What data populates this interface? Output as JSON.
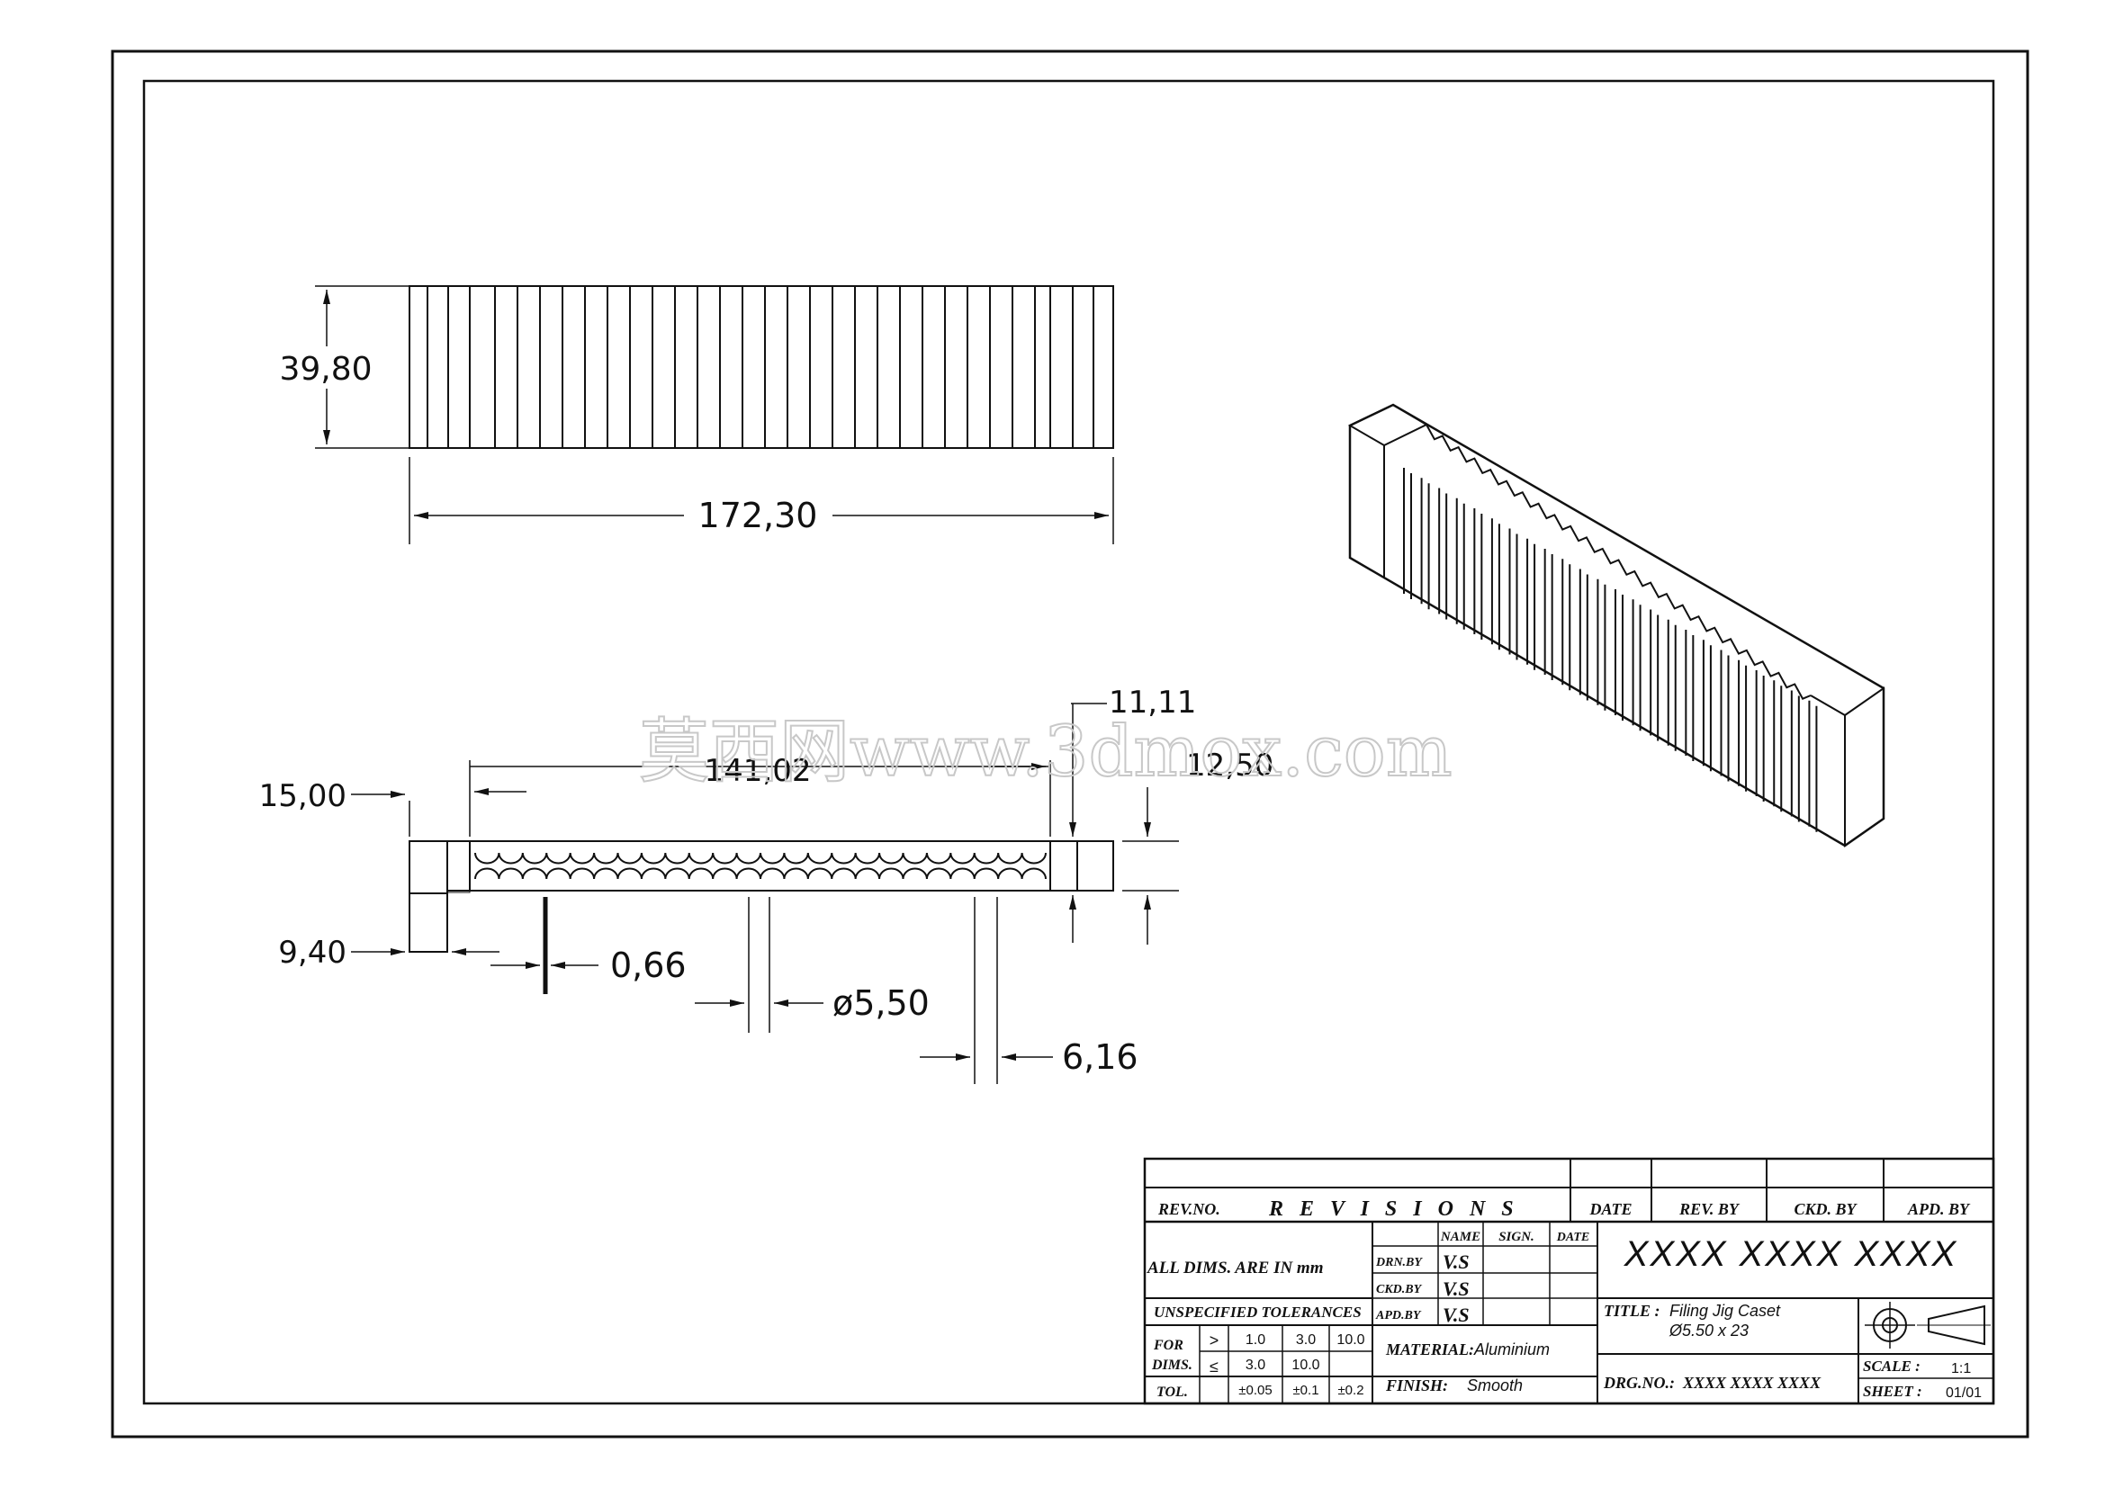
{
  "dimensions": {
    "height": "39,80",
    "length": "172,30",
    "inner_length": "141,02",
    "end_width": "11,11",
    "depth": "12,50",
    "top_offset": "15,00",
    "bottom_offset": "9,40",
    "pitch_small": "0,66",
    "hole_dia": "ø5,50",
    "pitch": "6,16"
  },
  "watermark": "莫西网www.3dmox.com",
  "revisions": {
    "rev_no": "REV.NO.",
    "revisions": "R E V I S I O N S",
    "date": "DATE",
    "rev_by": "REV. BY",
    "ckd_by": "CKD. BY",
    "apd_by": "APD. BY"
  },
  "title_block": {
    "all_dims": "ALL DIMS. ARE IN mm",
    "col_name": "NAME",
    "col_sign": "SIGN.",
    "col_date": "DATE",
    "drn_by": "DRN.BY",
    "ckd_by": "CKD.BY",
    "apd_by": "APD.BY",
    "drn_name": "V.S",
    "ckd_name": "V.S",
    "apd_name": "V.S",
    "company": "XXXX XXXX XXXX",
    "unspecified": "UNSPECIFIED TOLERANCES",
    "for": "FOR",
    "dims": "DIMS.",
    "tol": "TOL.",
    "gt": ">",
    "le": "≤",
    "r1": [
      "1.0",
      "3.0",
      "10.0"
    ],
    "r2": [
      "3.0",
      "10.0",
      ""
    ],
    "r3": [
      "±0.05",
      "±0.1",
      "±0.2"
    ],
    "material_label": "MATERIAL:",
    "material": "Aluminium",
    "finish_label": "FINISH:",
    "finish": "Smooth",
    "title_label": "TITLE :",
    "title_line1": "Filing Jig Caset",
    "title_line2": "Ø5.50  x 23",
    "drg_label": "DRG.NO.:",
    "drg_no": "XXXX XXXX XXXX",
    "scale_label": "SCALE :",
    "scale": "1:1",
    "sheet_label": "SHEET :",
    "sheet": "01/01"
  }
}
